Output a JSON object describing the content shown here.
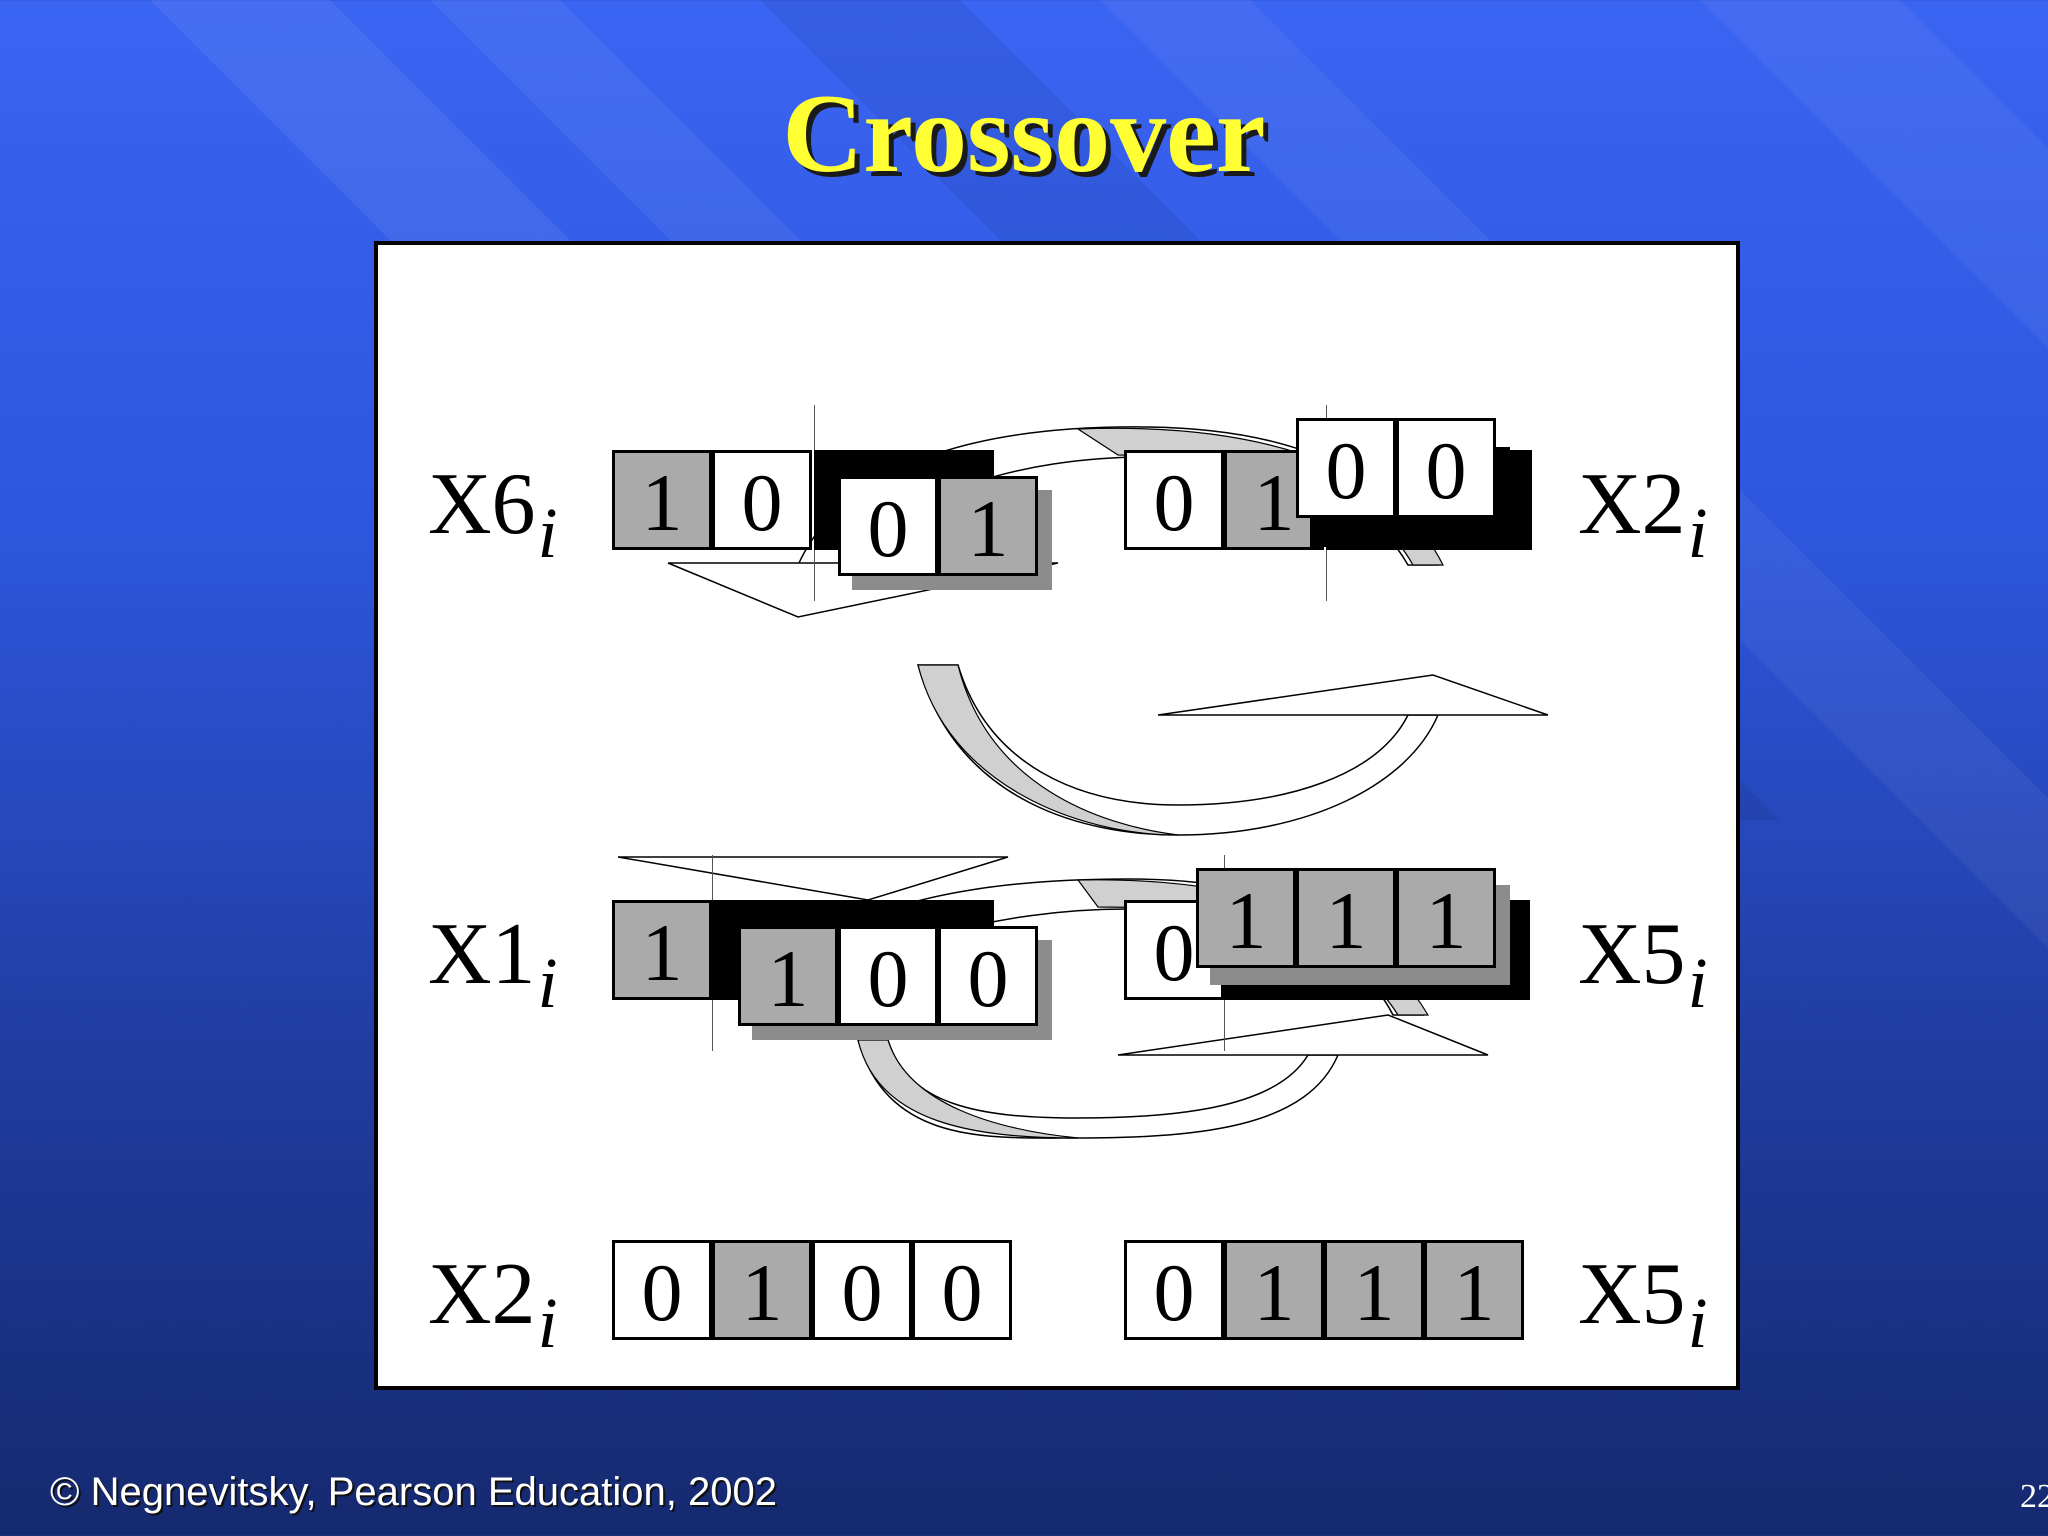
{
  "slide": {
    "title": "Crossover",
    "footer": "© Negnevitsky, Pearson Education, 2002",
    "page_number": "22"
  },
  "labels": {
    "x6": {
      "name": "X6",
      "sub": "i"
    },
    "x2_top": {
      "name": "X2",
      "sub": "i"
    },
    "x1": {
      "name": "X1",
      "sub": "i"
    },
    "x5_mid": {
      "name": "X5",
      "sub": "i"
    },
    "x2_result": {
      "name": "X2",
      "sub": "i"
    },
    "x5_result": {
      "name": "X5",
      "sub": "i"
    }
  },
  "pair1": {
    "x6_head": [
      "1",
      "0"
    ],
    "x6_tail": [
      "0",
      "1"
    ],
    "x2_head": [
      "0",
      "1"
    ],
    "x2_tail": [
      "0",
      "0"
    ]
  },
  "pair2": {
    "x1_head": [
      "1"
    ],
    "x1_tail": [
      "1",
      "0",
      "0"
    ],
    "x5_head": [
      "0"
    ],
    "x5_tail": [
      "1",
      "1",
      "1"
    ]
  },
  "results": {
    "x2": [
      "0",
      "1",
      "0",
      "0"
    ],
    "x5": [
      "0",
      "1",
      "1",
      "1"
    ]
  }
}
